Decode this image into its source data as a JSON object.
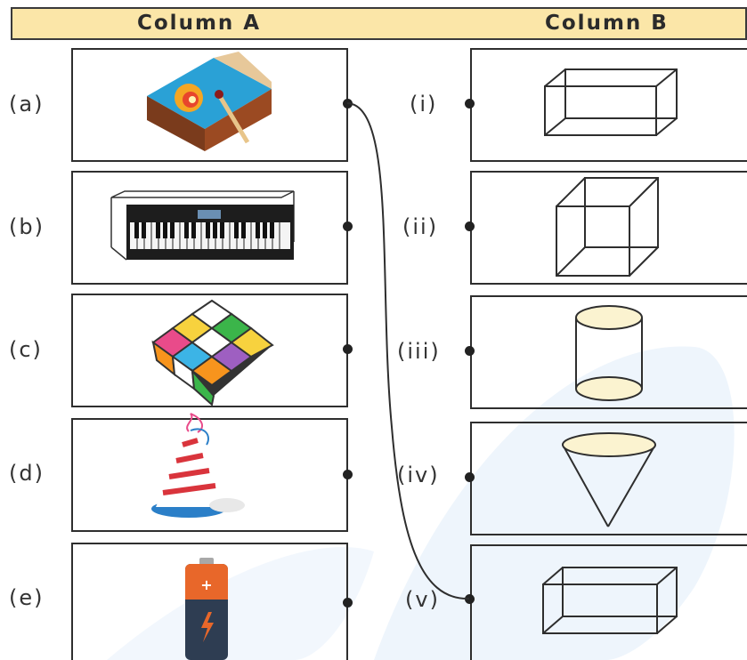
{
  "header": {
    "col_a": "Column A",
    "col_b": "Column B"
  },
  "column_a": [
    {
      "label": "(a)",
      "item": "matchbox-icon"
    },
    {
      "label": "(b)",
      "item": "keyboard-icon"
    },
    {
      "label": "(c)",
      "item": "rubiks-cube-icon"
    },
    {
      "label": "(d)",
      "item": "party-hat-icon"
    },
    {
      "label": "(e)",
      "item": "battery-icon"
    }
  ],
  "column_b": [
    {
      "label": "(i)",
      "shape": "cuboid-icon"
    },
    {
      "label": "(ii)",
      "shape": "cube-icon"
    },
    {
      "label": "(iii)",
      "shape": "cylinder-icon"
    },
    {
      "label": "(iv)",
      "shape": "cone-icon"
    },
    {
      "label": "(v)",
      "shape": "cuboid-icon"
    }
  ],
  "connections": [
    {
      "from": "(a)",
      "to": "(v)"
    }
  ],
  "colors": {
    "header_bg": "#fbe6a8",
    "shape_fill": "#fbf3d0",
    "line": "#2e2e2e"
  }
}
